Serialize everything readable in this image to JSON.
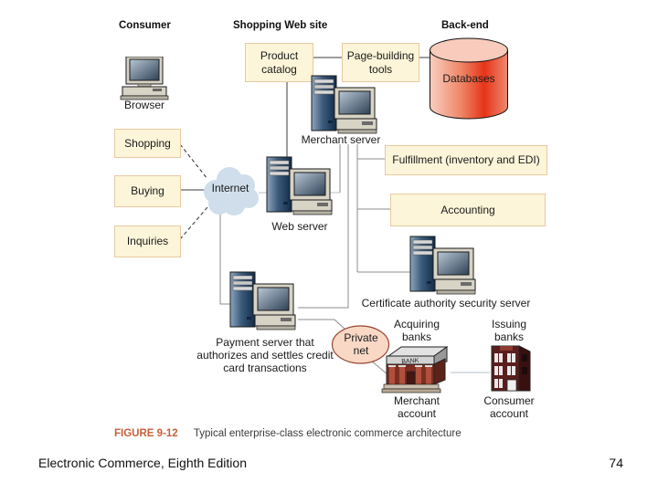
{
  "headers": {
    "consumer": "Consumer",
    "shopping_web_site": "Shopping Web site",
    "back_end": "Back-end"
  },
  "boxes": {
    "product_catalog": "Product catalog",
    "page_building_tools": "Page-building tools",
    "shopping": "Shopping",
    "buying": "Buying",
    "inquiries": "Inquiries",
    "fulfillment": "Fulfillment (inventory and EDI)",
    "accounting": "Accounting"
  },
  "nodes": {
    "browser": "Browser",
    "merchant_server": "Merchant server",
    "web_server": "Web server",
    "certificate_server": "Certificate authority security server",
    "payment_server": "Payment server that authorizes and settles credit card transactions",
    "internet": "Internet",
    "private_net": "Private net",
    "databases": "Databases",
    "acquiring_banks": "Acquiring banks",
    "issuing_banks": "Issuing banks",
    "merchant_account": "Merchant account",
    "consumer_account": "Consumer account",
    "bank_sign": "BANK"
  },
  "caption": {
    "figure_label": "FIGURE 9-12",
    "figure_text": "Typical enterprise-class electronic commerce architecture"
  },
  "footer": {
    "book_title": "Electronic Commerce, Eighth Edition",
    "page_number": "74"
  },
  "colors": {
    "box_fill": "#fcf5d9",
    "box_border": "#e8c9a0",
    "cloud_fill": "#cfdeea",
    "private_net_fill": "#f9d9c6",
    "private_net_border": "#9a4632",
    "database_red": "#e63a1e",
    "caption_accent": "#c4613c",
    "line_gray": "#8c8c8c",
    "line_dark": "#3c3c3c",
    "line_light": "#b9c2ca"
  }
}
